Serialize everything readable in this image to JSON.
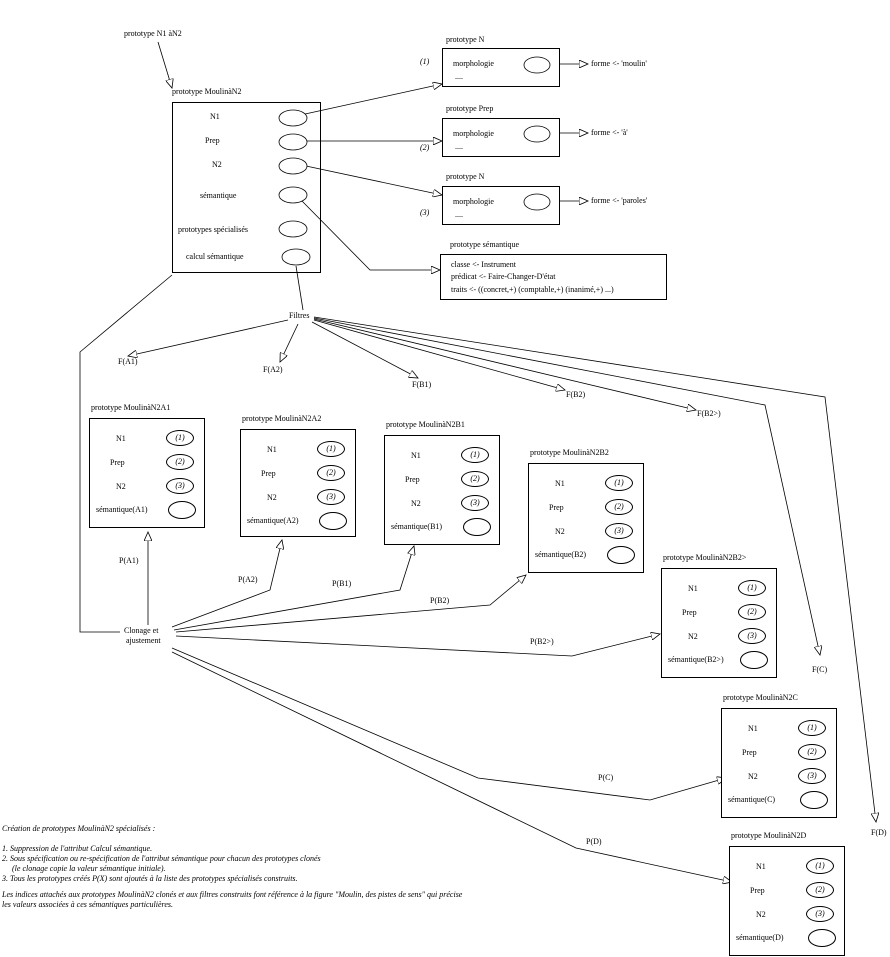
{
  "top_label": "prototype N1 àN2",
  "main": {
    "title": "prototype MoulinàN2",
    "attrs": [
      "N1",
      "Prep",
      "N2",
      "sémantique",
      "prototypes spécialisés",
      "calcul sémantique"
    ]
  },
  "protoN1": {
    "title": "prototype N",
    "morph": "morphologie",
    "dots": "....",
    "forme": "forme <- 'moulin'",
    "idx": "(1)"
  },
  "protoPrep": {
    "title": "prototype Prep",
    "morph": "morphologie",
    "dots": "....",
    "forme": "forme <- 'à'",
    "idx": "(2)"
  },
  "protoN2": {
    "title": "prototype N",
    "morph": "morphologie",
    "dots": "....",
    "forme": "forme <- 'paroles'",
    "idx": "(3)"
  },
  "semantic": {
    "title": "prototype sémantique",
    "lines": [
      "classe <- Instrument",
      "prédicat <- Faire-Changer-D'état",
      "traits <- ((concret,+) (comptable,+) (inanimé,+) ...)"
    ]
  },
  "filters": {
    "label": "Filtres",
    "items": [
      "F(A1)",
      "F(A2)",
      "F(B1)",
      "F(B2)",
      "F(B2>)",
      "F(C)",
      "F(D)"
    ]
  },
  "clonage": {
    "line1": "Clonage et",
    "line2": "ajustement"
  },
  "p_labels": [
    "P(A1)",
    "P(A2)",
    "P(B1)",
    "P(B2)",
    "P(B2>)",
    "P(C)",
    "P(D)"
  ],
  "clones": [
    {
      "title": "prototype MoulinàN2A1",
      "sem": "sémantique(A1)"
    },
    {
      "title": "prototype MoulinàN2A2",
      "sem": "sémantique(A2)"
    },
    {
      "title": "prototype MoulinàN2B1",
      "sem": "sémantique(B1)"
    },
    {
      "title": "prototype MoulinàN2B2",
      "sem": "sémantique(B2)"
    },
    {
      "title": "prototype MoulinàN2B2>",
      "sem": "sémantique(B2>)"
    },
    {
      "title": "prototype MoulinàN2C",
      "sem": "sémantique(C)"
    },
    {
      "title": "prototype MoulinàN2D",
      "sem": "sémantique(D)"
    }
  ],
  "clone_attrs": [
    "N1",
    "Prep",
    "N2"
  ],
  "clone_idx": [
    "(1)",
    "(2)",
    "(3)"
  ],
  "notes": {
    "heading": "Création de prototypes MoulinàN2 spécialisés :",
    "lines": [
      "1. Suppression de l'attribut Calcul sémantique.",
      "2. Sous spécification ou re-spécification de l'attribut sémantique pour chacun des prototypes clonés",
      "    (le clonage copie la valeur sémantique initiale).",
      "3. Tous les prototypes créés P(X) sont ajoutés à la liste des prototypes spécialisés construits."
    ],
    "footer": [
      "Les indices attachés aux prototypes MoulinàN2 clonés et aux filtres construits font référence à la figure \"Moulin, des pistes de sens\" qui précise",
      "les valeurs associées à ces sémantiques particulières."
    ]
  }
}
